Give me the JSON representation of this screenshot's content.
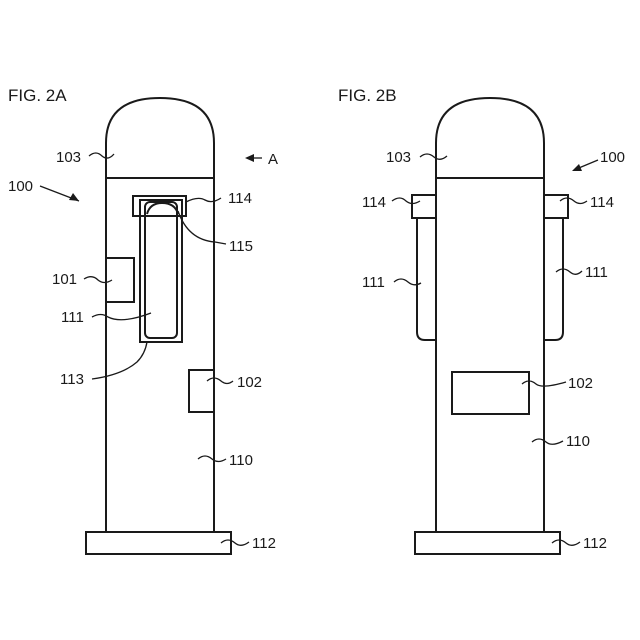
{
  "figures": [
    {
      "title": "FIG. 2A",
      "refs": {
        "r100": "100",
        "r101": "101",
        "r102": "102",
        "r103": "103",
        "r110": "110",
        "r111": "111",
        "r112": "112",
        "r113": "113",
        "r114": "114",
        "r115": "115",
        "arrowA": "A"
      }
    },
    {
      "title": "FIG. 2B",
      "refs": {
        "r100": "100",
        "r102": "102",
        "r103": "103",
        "r110": "110",
        "r111_left": "111",
        "r111_right": "111",
        "r112": "112",
        "r114_left": "114",
        "r114_right": "114"
      }
    }
  ]
}
